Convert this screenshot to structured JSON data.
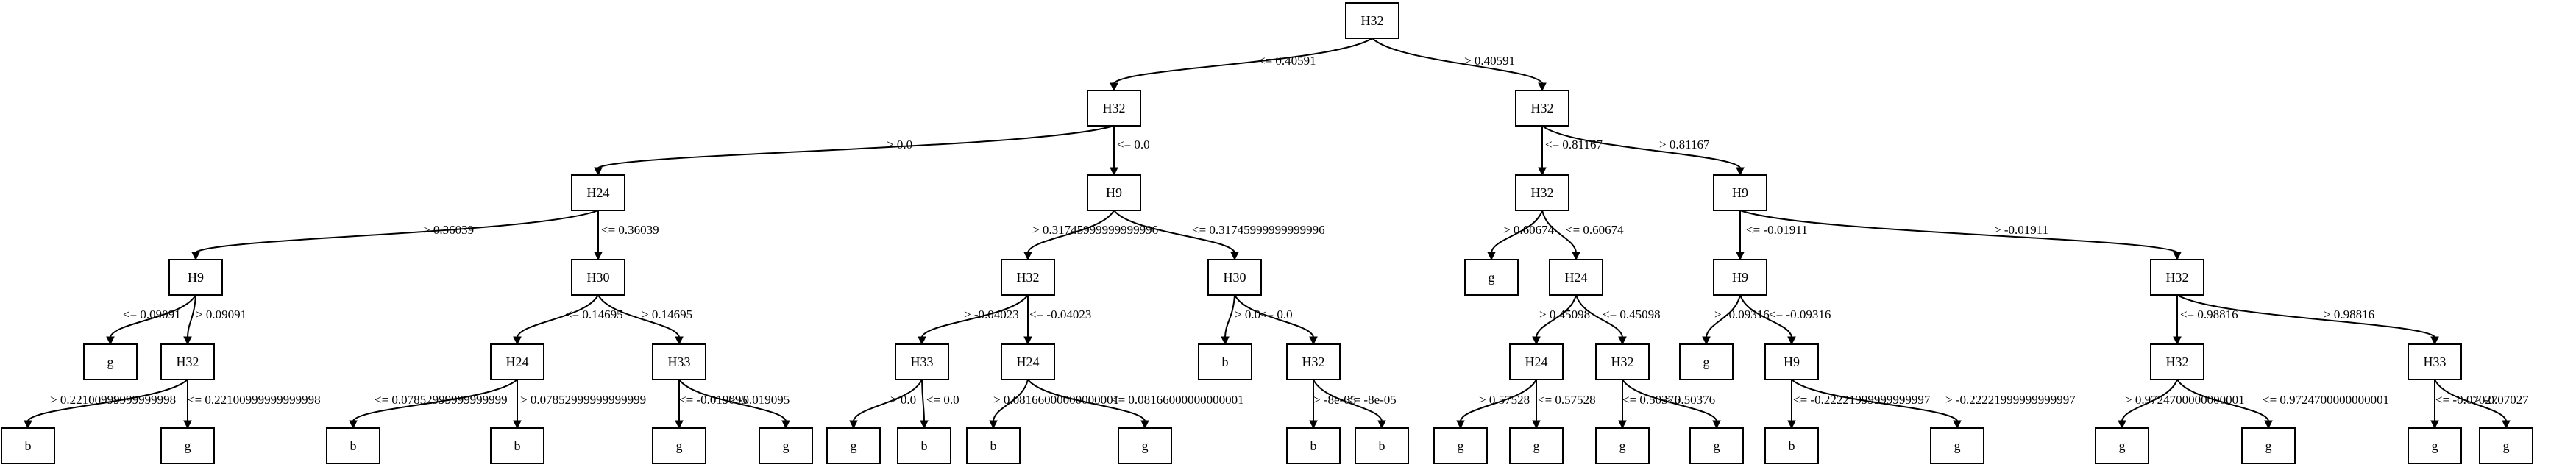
{
  "tree": {
    "nodes": [
      {
        "id": "n0",
        "label": "H32"
      },
      {
        "id": "n1",
        "label": "H32"
      },
      {
        "id": "n2",
        "label": "H32"
      },
      {
        "id": "n3",
        "label": "H24"
      },
      {
        "id": "n4",
        "label": "H9"
      },
      {
        "id": "n5",
        "label": "H32"
      },
      {
        "id": "n6",
        "label": "H9"
      },
      {
        "id": "n7",
        "label": "H9"
      },
      {
        "id": "n8",
        "label": "H30"
      },
      {
        "id": "n9",
        "label": "H32"
      },
      {
        "id": "n10",
        "label": "H30"
      },
      {
        "id": "n11",
        "label": "g"
      },
      {
        "id": "n12",
        "label": "H24"
      },
      {
        "id": "n13",
        "label": "H9"
      },
      {
        "id": "n14",
        "label": "H32"
      },
      {
        "id": "n15",
        "label": "g"
      },
      {
        "id": "n16",
        "label": "H32"
      },
      {
        "id": "n17",
        "label": "H24"
      },
      {
        "id": "n18",
        "label": "H33"
      },
      {
        "id": "n19",
        "label": "H33"
      },
      {
        "id": "n20",
        "label": "H24"
      },
      {
        "id": "n21",
        "label": "b"
      },
      {
        "id": "n22",
        "label": "H32"
      },
      {
        "id": "n23",
        "label": "H24"
      },
      {
        "id": "n24",
        "label": "H32"
      },
      {
        "id": "n25",
        "label": "g"
      },
      {
        "id": "n26",
        "label": "H9"
      },
      {
        "id": "n27",
        "label": "H32"
      },
      {
        "id": "n28",
        "label": "H33"
      },
      {
        "id": "n29",
        "label": "b"
      },
      {
        "id": "n30",
        "label": "g"
      },
      {
        "id": "n31",
        "label": "b"
      },
      {
        "id": "n32",
        "label": "b"
      },
      {
        "id": "n33",
        "label": "g"
      },
      {
        "id": "n34",
        "label": "g"
      },
      {
        "id": "n35",
        "label": "g"
      },
      {
        "id": "n36",
        "label": "b"
      },
      {
        "id": "n37",
        "label": "b"
      },
      {
        "id": "n38",
        "label": "g"
      },
      {
        "id": "n39",
        "label": "b"
      },
      {
        "id": "n40",
        "label": "b"
      },
      {
        "id": "n41",
        "label": "g"
      },
      {
        "id": "n42",
        "label": "g"
      },
      {
        "id": "n43",
        "label": "g"
      },
      {
        "id": "n44",
        "label": "g"
      },
      {
        "id": "n45",
        "label": "b"
      },
      {
        "id": "n46",
        "label": "g"
      },
      {
        "id": "n47",
        "label": "g"
      },
      {
        "id": "n48",
        "label": "g"
      },
      {
        "id": "n49",
        "label": "g"
      },
      {
        "id": "n50",
        "label": "g"
      }
    ],
    "edges": [
      {
        "from": "n0",
        "to": "n1",
        "label": "<= 0.40591"
      },
      {
        "from": "n0",
        "to": "n2",
        "label": "> 0.40591"
      },
      {
        "from": "n1",
        "to": "n3",
        "label": "> 0.0"
      },
      {
        "from": "n1",
        "to": "n4",
        "label": "<= 0.0"
      },
      {
        "from": "n2",
        "to": "n5",
        "label": "<= 0.81167"
      },
      {
        "from": "n2",
        "to": "n6",
        "label": "> 0.81167"
      },
      {
        "from": "n3",
        "to": "n7",
        "label": "> 0.36039"
      },
      {
        "from": "n3",
        "to": "n8",
        "label": "<= 0.36039"
      },
      {
        "from": "n4",
        "to": "n9",
        "label": "> 0.31745999999999996"
      },
      {
        "from": "n4",
        "to": "n10",
        "label": "<= 0.31745999999999996"
      },
      {
        "from": "n5",
        "to": "n11",
        "label": "> 0.60674"
      },
      {
        "from": "n5",
        "to": "n12",
        "label": "<= 0.60674"
      },
      {
        "from": "n6",
        "to": "n13",
        "label": "<= -0.01911"
      },
      {
        "from": "n6",
        "to": "n14",
        "label": "> -0.01911"
      },
      {
        "from": "n7",
        "to": "n15",
        "label": "<= 0.09091"
      },
      {
        "from": "n7",
        "to": "n16",
        "label": "> 0.09091"
      },
      {
        "from": "n8",
        "to": "n17",
        "label": "<= 0.14695"
      },
      {
        "from": "n8",
        "to": "n18",
        "label": "> 0.14695"
      },
      {
        "from": "n9",
        "to": "n19",
        "label": "> -0.04023"
      },
      {
        "from": "n9",
        "to": "n20",
        "label": "<= -0.04023"
      },
      {
        "from": "n10",
        "to": "n21",
        "label": "> 0.0"
      },
      {
        "from": "n10",
        "to": "n22",
        "label": "<= 0.0"
      },
      {
        "from": "n12",
        "to": "n23",
        "label": "> 0.45098"
      },
      {
        "from": "n12",
        "to": "n24",
        "label": "<= 0.45098"
      },
      {
        "from": "n13",
        "to": "n25",
        "label": "> -0.09316"
      },
      {
        "from": "n13",
        "to": "n26",
        "label": "<= -0.09316"
      },
      {
        "from": "n14",
        "to": "n27",
        "label": "<= 0.98816"
      },
      {
        "from": "n14",
        "to": "n28",
        "label": "> 0.98816"
      },
      {
        "from": "n16",
        "to": "n29",
        "label": "> 0.22100999999999998"
      },
      {
        "from": "n16",
        "to": "n30",
        "label": "<= 0.22100999999999998"
      },
      {
        "from": "n17",
        "to": "n31",
        "label": "<= 0.07852999999999999"
      },
      {
        "from": "n17",
        "to": "n32",
        "label": "> 0.07852999999999999"
      },
      {
        "from": "n18",
        "to": "n33",
        "label": "<= -0.019095"
      },
      {
        "from": "n18",
        "to": "n34",
        "label": "> -0.019095"
      },
      {
        "from": "n19",
        "to": "n35",
        "label": "> 0.0"
      },
      {
        "from": "n19",
        "to": "n36",
        "label": "<= 0.0"
      },
      {
        "from": "n20",
        "to": "n37",
        "label": "> 0.08166000000000001"
      },
      {
        "from": "n20",
        "to": "n38",
        "label": "<= 0.08166000000000001"
      },
      {
        "from": "n22",
        "to": "n39",
        "label": "> -8e-05"
      },
      {
        "from": "n22",
        "to": "n40",
        "label": "<= -8e-05"
      },
      {
        "from": "n23",
        "to": "n41",
        "label": "> 0.57528"
      },
      {
        "from": "n23",
        "to": "n42",
        "label": "<= 0.57528"
      },
      {
        "from": "n24",
        "to": "n43",
        "label": "<= 0.50376"
      },
      {
        "from": "n24",
        "to": "n44",
        "label": "> 0.50376"
      },
      {
        "from": "n26",
        "to": "n45",
        "label": "<= -0.22221999999999997"
      },
      {
        "from": "n26",
        "to": "n46",
        "label": "> -0.22221999999999997"
      },
      {
        "from": "n27",
        "to": "n47",
        "label": "> 0.9724700000000001"
      },
      {
        "from": "n27",
        "to": "n48",
        "label": "<= 0.9724700000000001"
      },
      {
        "from": "n28",
        "to": "n49",
        "label": "<= -0.07027"
      },
      {
        "from": "n28",
        "to": "n50",
        "label": "> -0.07027"
      }
    ]
  }
}
